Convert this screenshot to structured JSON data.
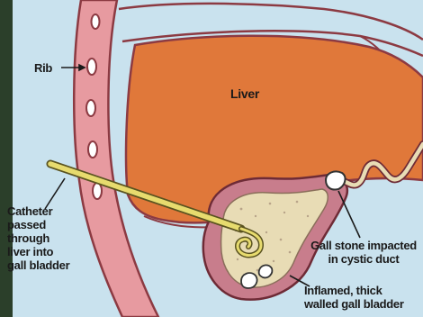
{
  "labels": {
    "rib": "Rib",
    "liver": "Liver",
    "catheter": "Catheter\npassed\nthrough\nliver into\ngall bladder",
    "gall_stone": "Gall stone impacted\nin cystic duct",
    "inflamed": "Inflamed, thick\nwalled gall bladder"
  },
  "colors": {
    "frame": "#2b3f2a",
    "background": "#c9e2ee",
    "rib_tissue": "#e79aa0",
    "liver": "#e0783a",
    "gall_wall": "#c87d8c",
    "bile": "#e8dcb5",
    "catheter": "#e7db6e",
    "stone": "#ffffff"
  }
}
